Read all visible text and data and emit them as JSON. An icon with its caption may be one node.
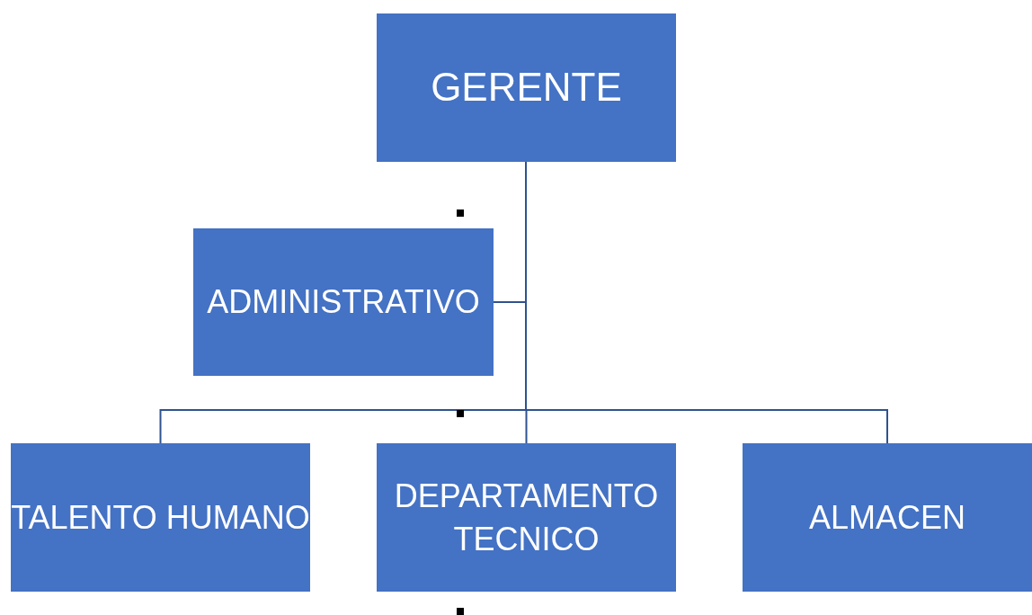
{
  "diagram": {
    "nodes": [
      {
        "text": [
          "GERENTE"
        ]
      },
      {
        "text": [
          "ADMINISTRATIVO"
        ]
      },
      {
        "text": [
          "TALENTO HUMANO"
        ]
      },
      {
        "text": [
          "DEPARTAMENTO TECNICO"
        ]
      },
      {
        "text": [
          "ALMACEN"
        ]
      }
    ],
    "edges": [
      {
        "from": 0,
        "to": 1,
        "arrow": "none"
      },
      {
        "from": 0,
        "to": 2,
        "arrow": "none"
      },
      {
        "from": 0,
        "to": 3,
        "arrow": "none"
      },
      {
        "from": 0,
        "to": 4,
        "arrow": "none"
      }
    ]
  }
}
